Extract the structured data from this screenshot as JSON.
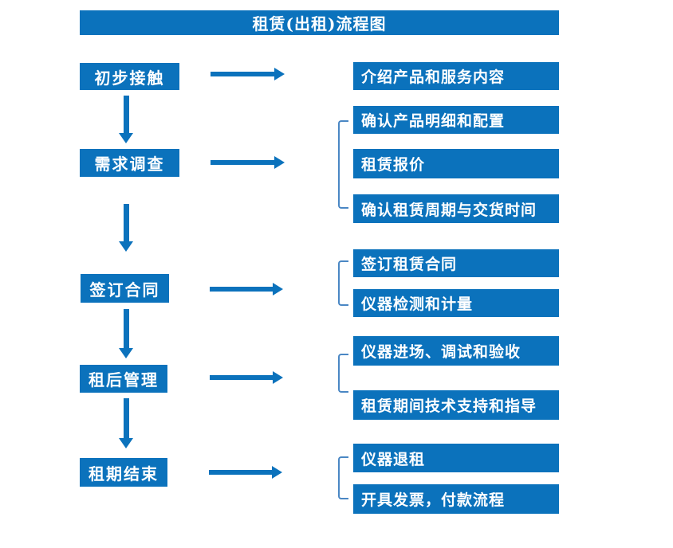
{
  "title": "租赁(出租)流程图",
  "colors": {
    "primary": "#0b72bc",
    "bracket": "#4a87c4",
    "text": "#ffffff",
    "background": "#ffffff"
  },
  "steps": [
    {
      "label": "初步接触",
      "details": [
        "介绍产品和服务内容"
      ]
    },
    {
      "label": "需求调查",
      "details": [
        "确认产品明细和配置",
        "租赁报价",
        "确认租赁周期与交货时间"
      ]
    },
    {
      "label": "签订合同",
      "details": [
        "签订租赁合同",
        "仪器检测和计量"
      ]
    },
    {
      "label": "租后管理",
      "details": [
        "仪器进场、调试和验收",
        "租赁期间技术支持和指导"
      ]
    },
    {
      "label": "租期结束",
      "details": [
        "仪器退租",
        "开具发票，付款流程"
      ]
    }
  ]
}
